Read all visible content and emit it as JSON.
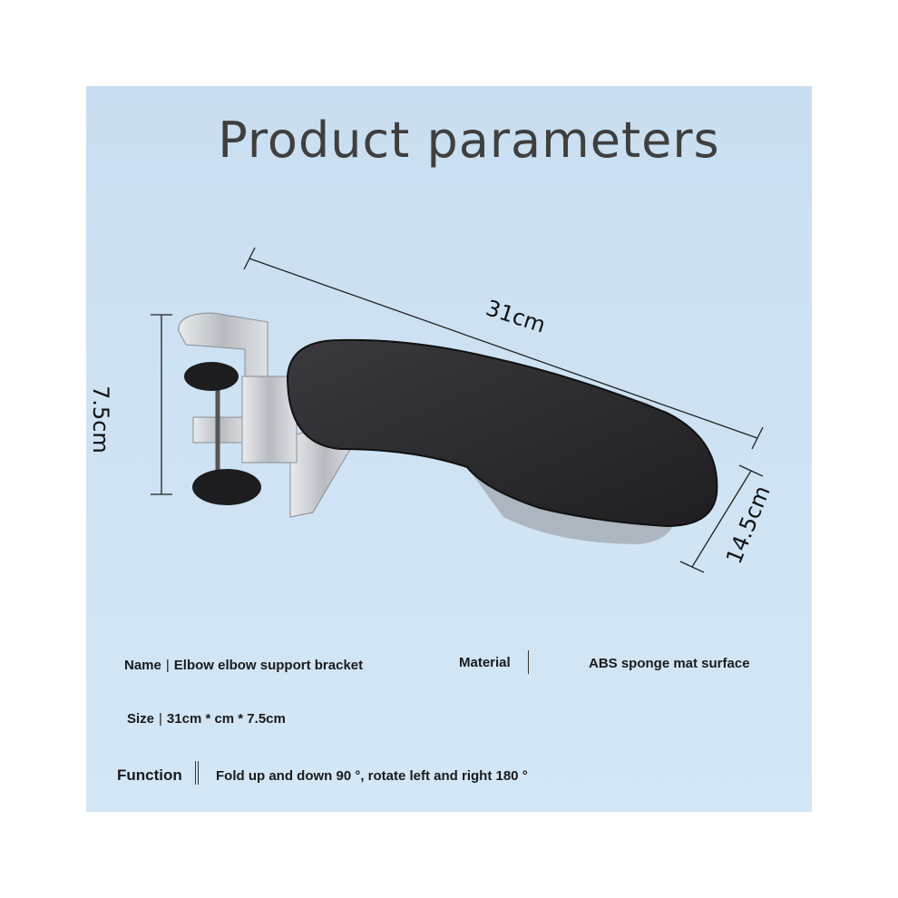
{
  "title": "Product parameters",
  "dimensions": {
    "length": "31cm",
    "height": "7.5cm",
    "width": "14.5cm"
  },
  "specs": {
    "name_label": "Name",
    "name_value": "Elbow elbow support bracket",
    "material_label": "Material",
    "material_value": "ABS sponge mat surface",
    "size_label": "Size",
    "size_value": "31cm * cm * 7.5cm",
    "function_label": "Function",
    "function_value": "Fold up and down 90 °, rotate left and right 180 °"
  },
  "separator": "|",
  "colors": {
    "background": "#cfe3f4",
    "pad": "#2b2b2e",
    "metal": "#c9ccd0",
    "text": "#1a1a1a"
  }
}
